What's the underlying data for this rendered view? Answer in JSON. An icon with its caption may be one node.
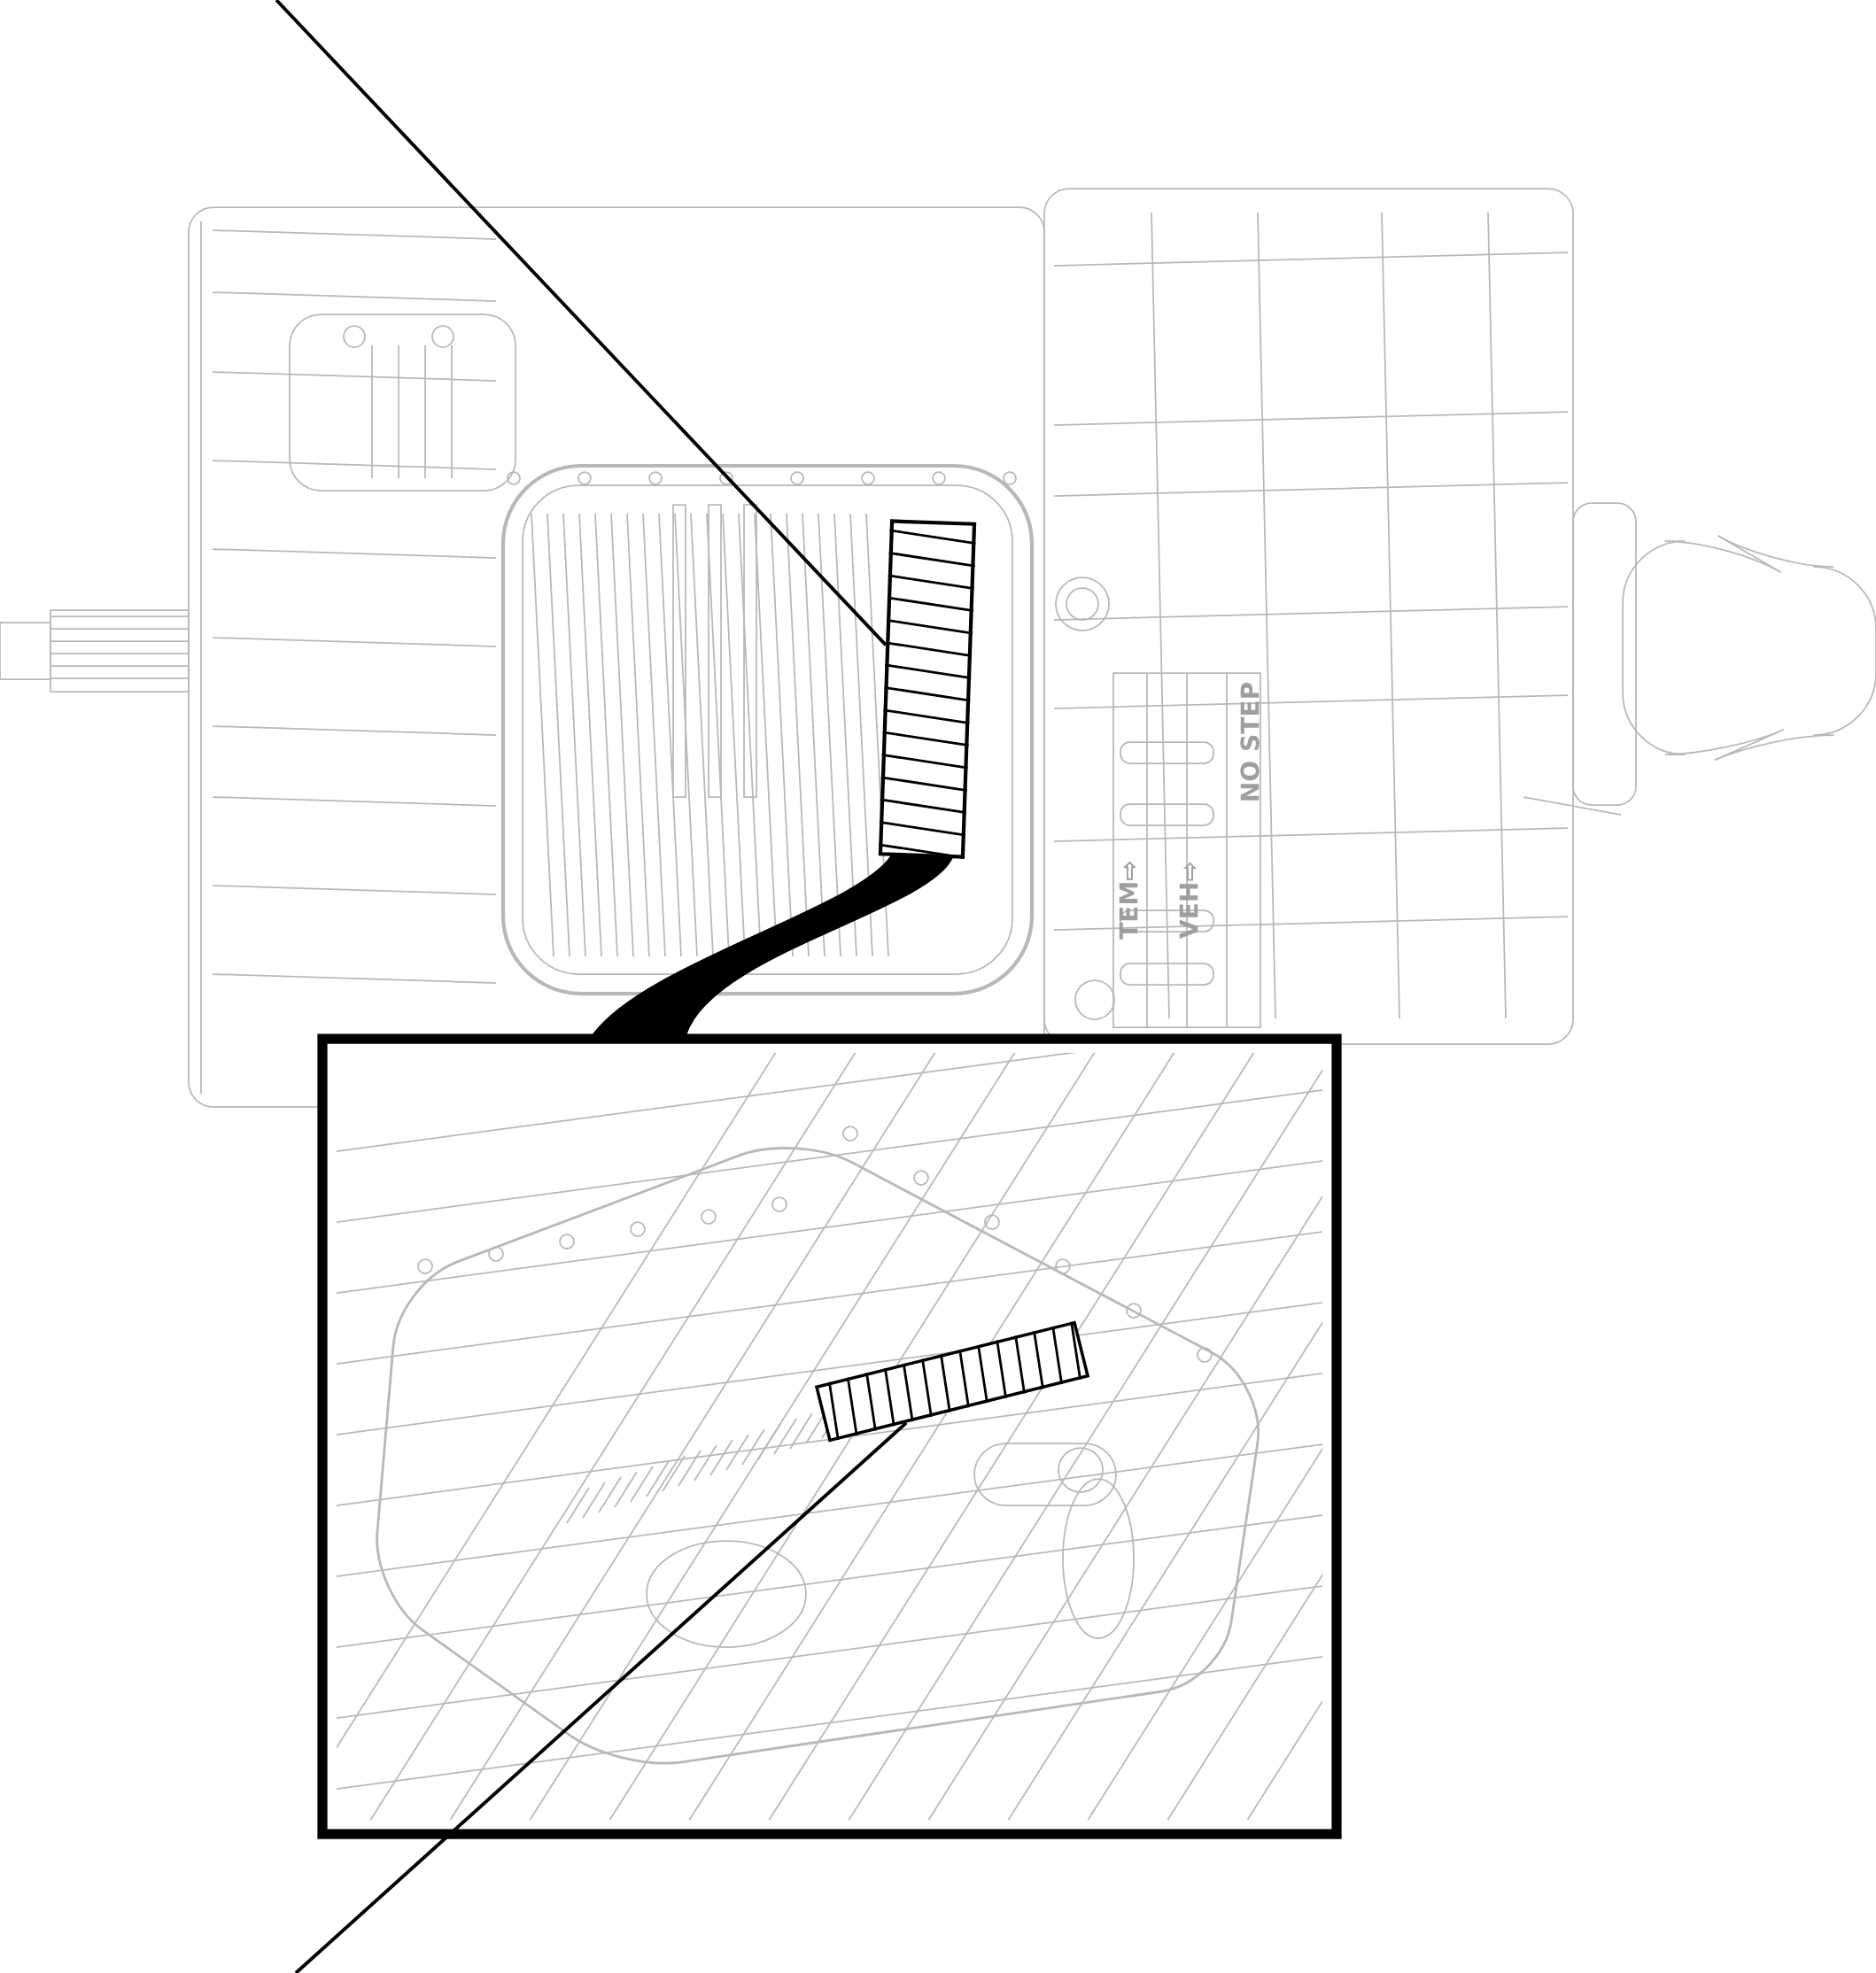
{
  "diagram": {
    "nodes": [
      {
        "text": [],
        "shape": "picture"
      },
      {
        "text": [],
        "shape": "box"
      },
      {
        "text": [],
        "shape": "picture",
        "in": 1
      }
    ],
    "edges": [
      {
        "from": null,
        "to": 0,
        "arrow": "none"
      },
      {
        "from": 0,
        "to": 1,
        "arrow": "none",
        "style": "thick"
      },
      {
        "from": null,
        "to": 2,
        "arrow": "none"
      }
    ],
    "labels": [
      "NO STEP",
      "TEM⇨",
      "VEH⇨"
    ]
  }
}
